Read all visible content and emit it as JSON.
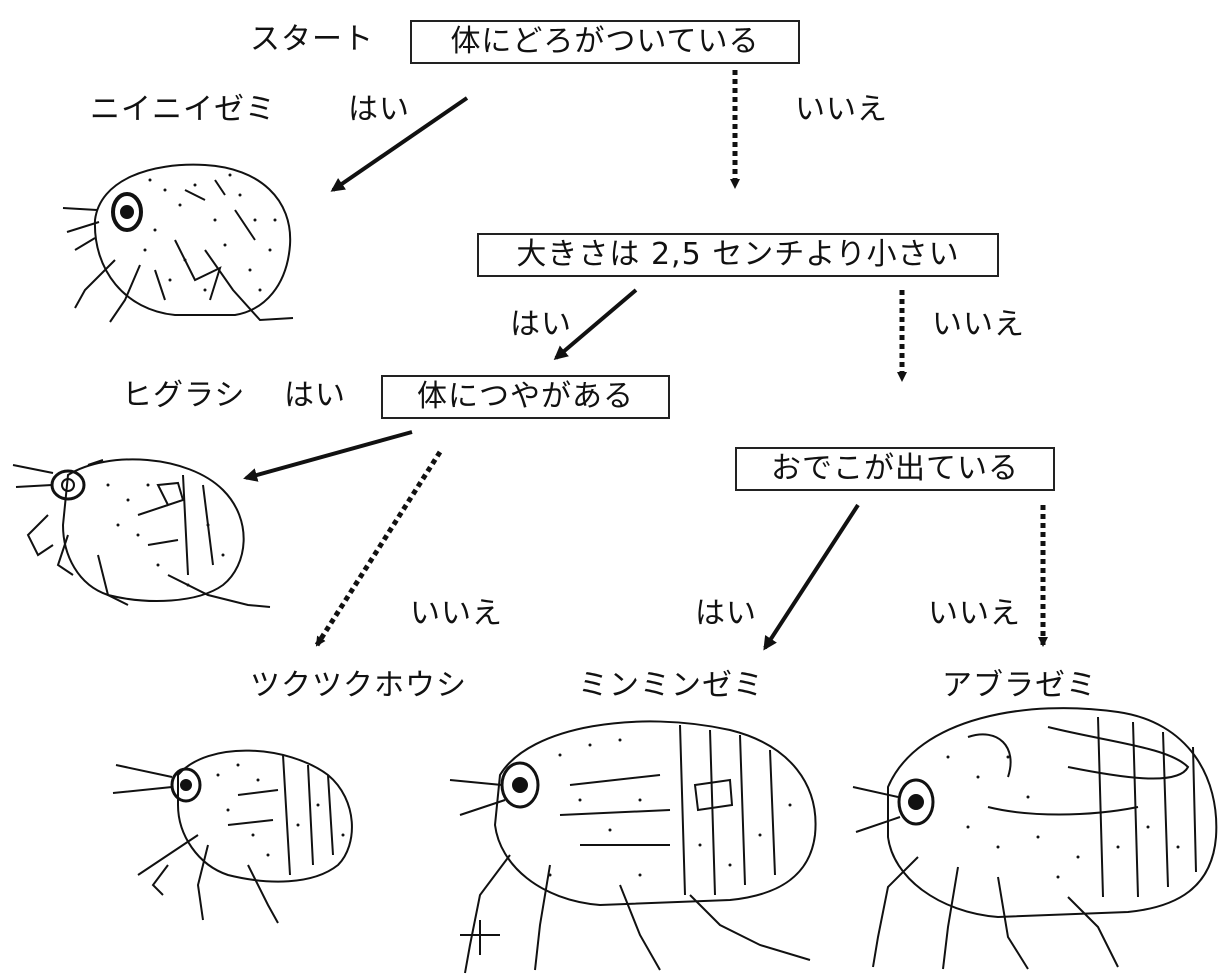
{
  "start_label": "スタート",
  "questions": {
    "q1": "体にどろがついている",
    "q2": "大きさは 2,5 センチより小さい",
    "q3": "体につやがある",
    "q4": "おでこが出ている"
  },
  "answers": {
    "q1_yes": "はい",
    "q1_no": "いいえ",
    "q2_yes": "はい",
    "q2_no": "いいえ",
    "q3_yes": "はい",
    "q3_no": "いいえ",
    "q4_yes": "はい",
    "q4_no": "いいえ"
  },
  "species": {
    "niiniizemi": "ニイニイゼミ",
    "higurashi": "ヒグラシ",
    "tsukutsukuboushi": "ツクツクホウシ",
    "minminzemi": "ミンミンゼミ",
    "aburazemi": "アブラゼミ"
  },
  "colors": {
    "ink": "#111111",
    "box_border": "#222222"
  }
}
